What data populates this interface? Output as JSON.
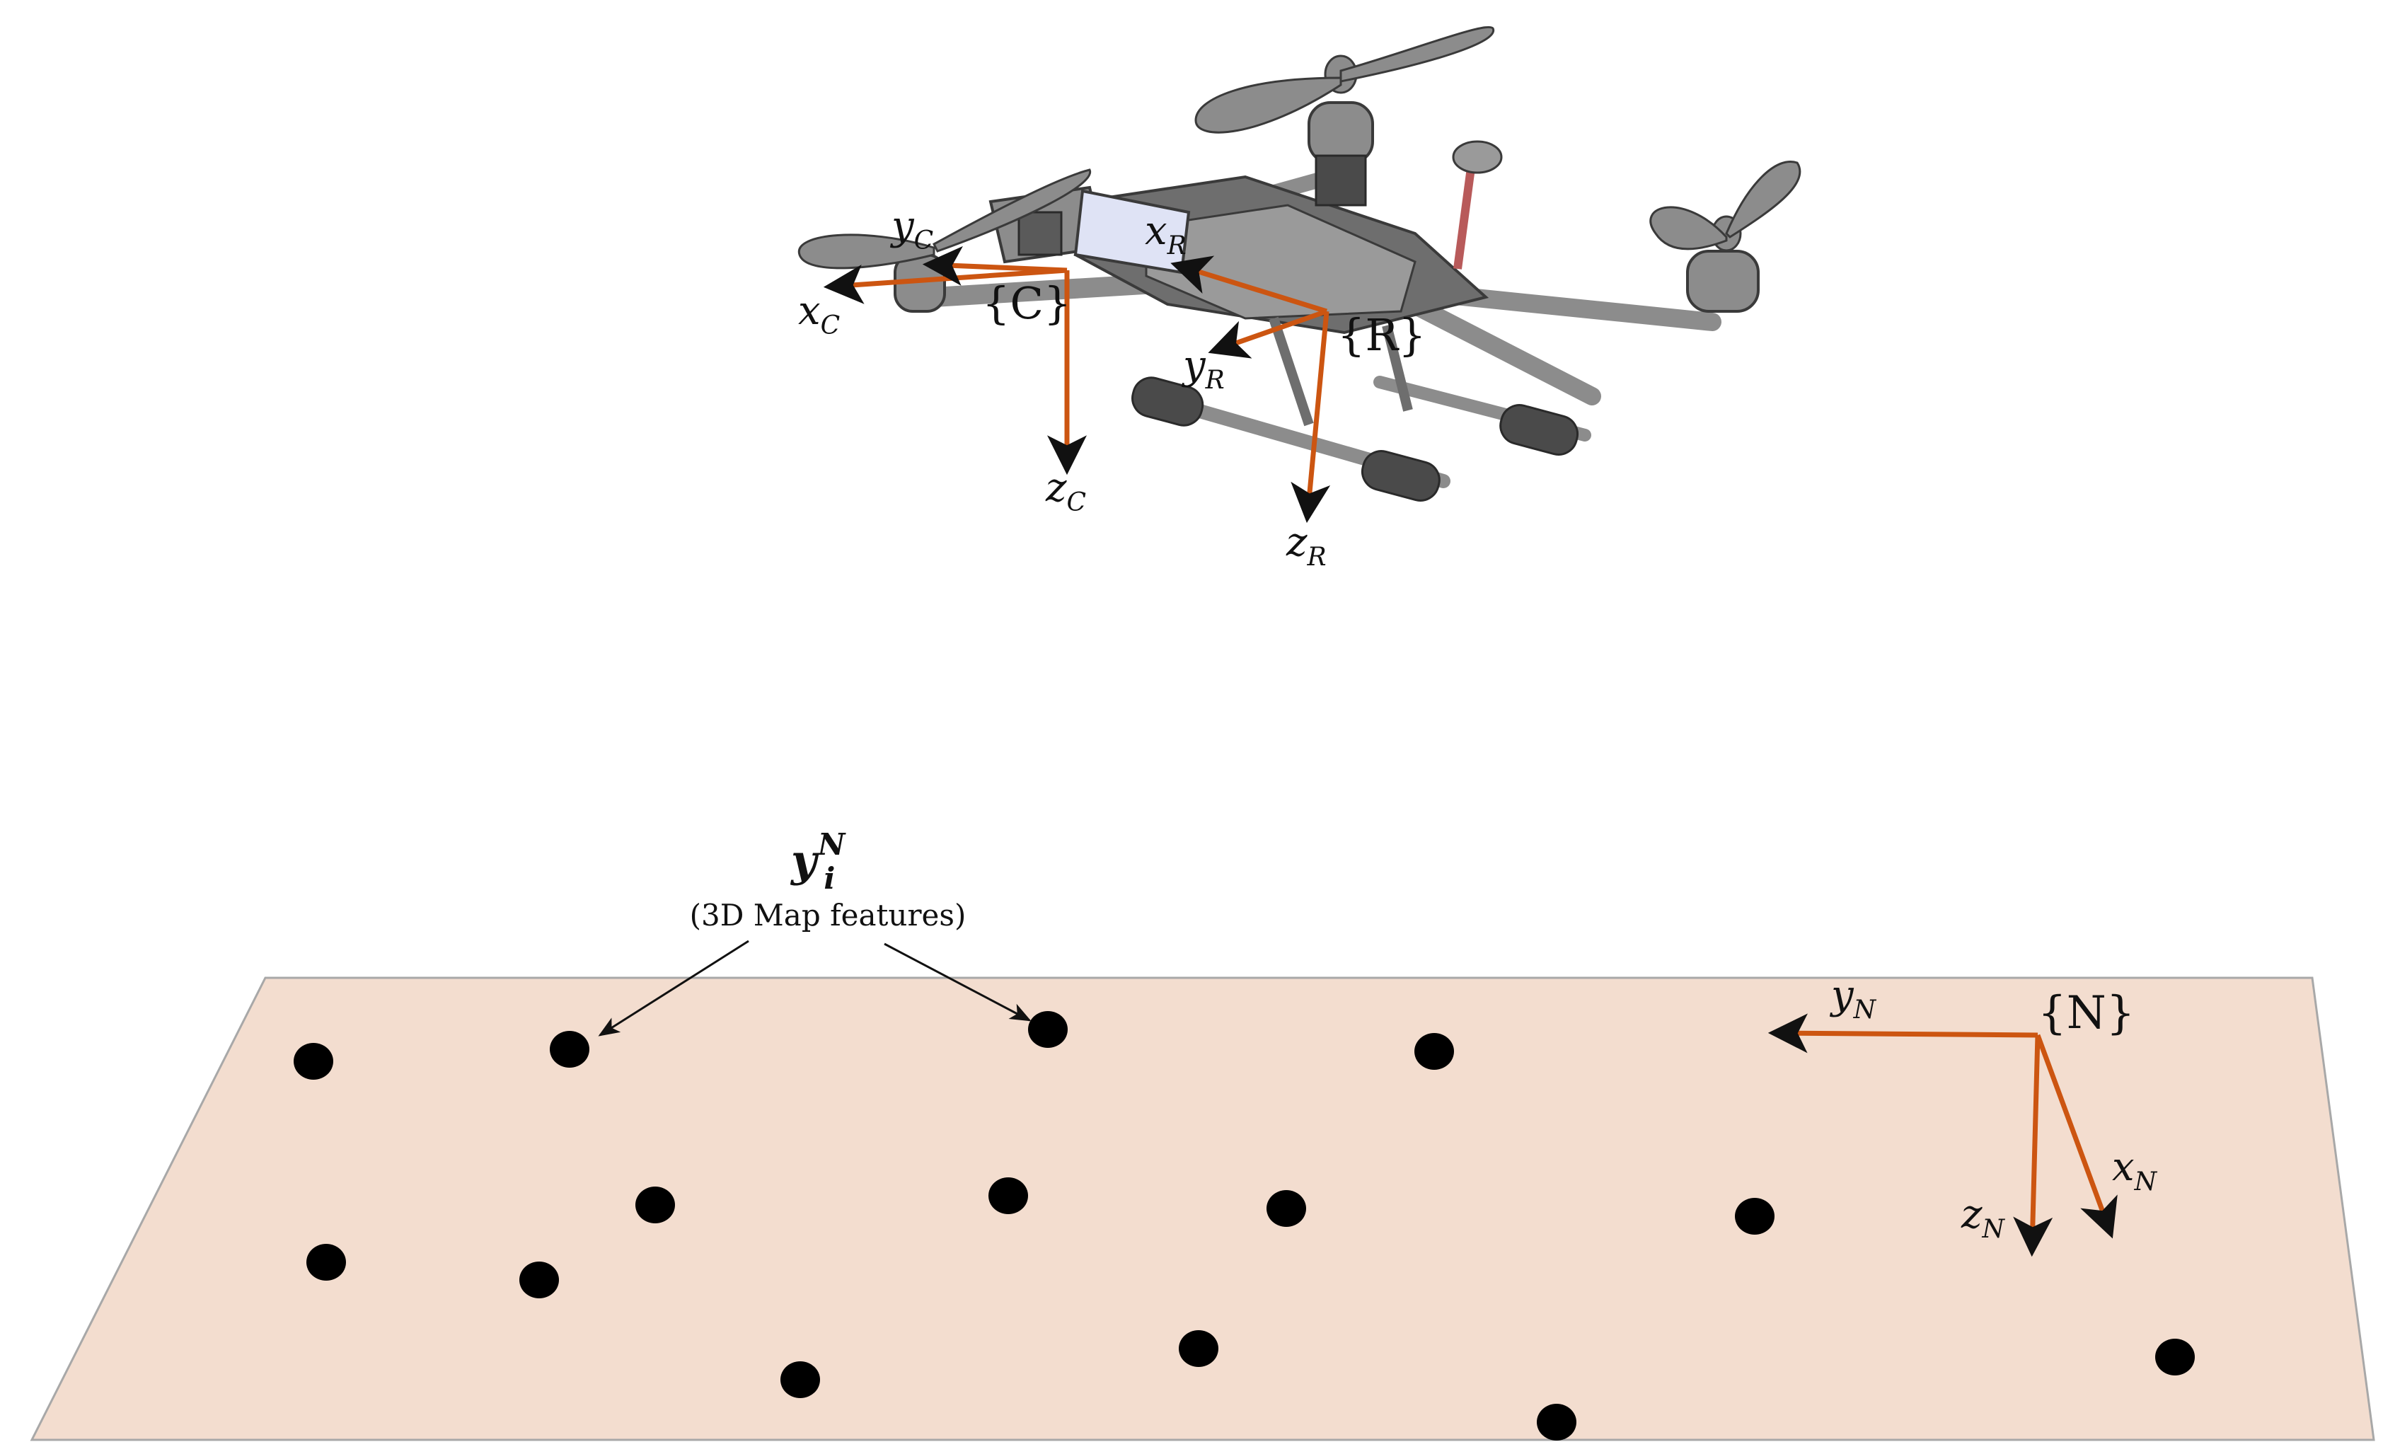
{
  "colors": {
    "axis": "#cc5511",
    "arrowhead": "#111111",
    "ground_fill": "#f3ddcf",
    "ground_edge": "#a8a8a8",
    "feature_dot": "#000000",
    "drone_body": "#8c8c8c",
    "drone_dark": "#4a4a4a",
    "camera_box": "#dfe3f5"
  },
  "frames": {
    "camera": {
      "label": "{C}",
      "x_base": "x",
      "x_sub": "C",
      "y_base": "y",
      "y_sub": "C",
      "z_base": "z",
      "z_sub": "C"
    },
    "robot": {
      "label": "{R}",
      "x_base": "x",
      "x_sub": "R",
      "y_base": "y",
      "y_sub": "R",
      "z_base": "z",
      "z_sub": "R"
    },
    "navigation": {
      "label": "{N}",
      "x_base": "x",
      "x_sub": "N",
      "y_base": "y",
      "y_sub": "N",
      "z_base": "z",
      "z_sub": "N"
    }
  },
  "features": {
    "symbol_base": "y",
    "symbol_sub": "i",
    "symbol_sup": "N",
    "caption": "(3D Map features)"
  },
  "icons": {
    "drone": "quadcopter-icon",
    "feature": "map-feature-dot"
  }
}
